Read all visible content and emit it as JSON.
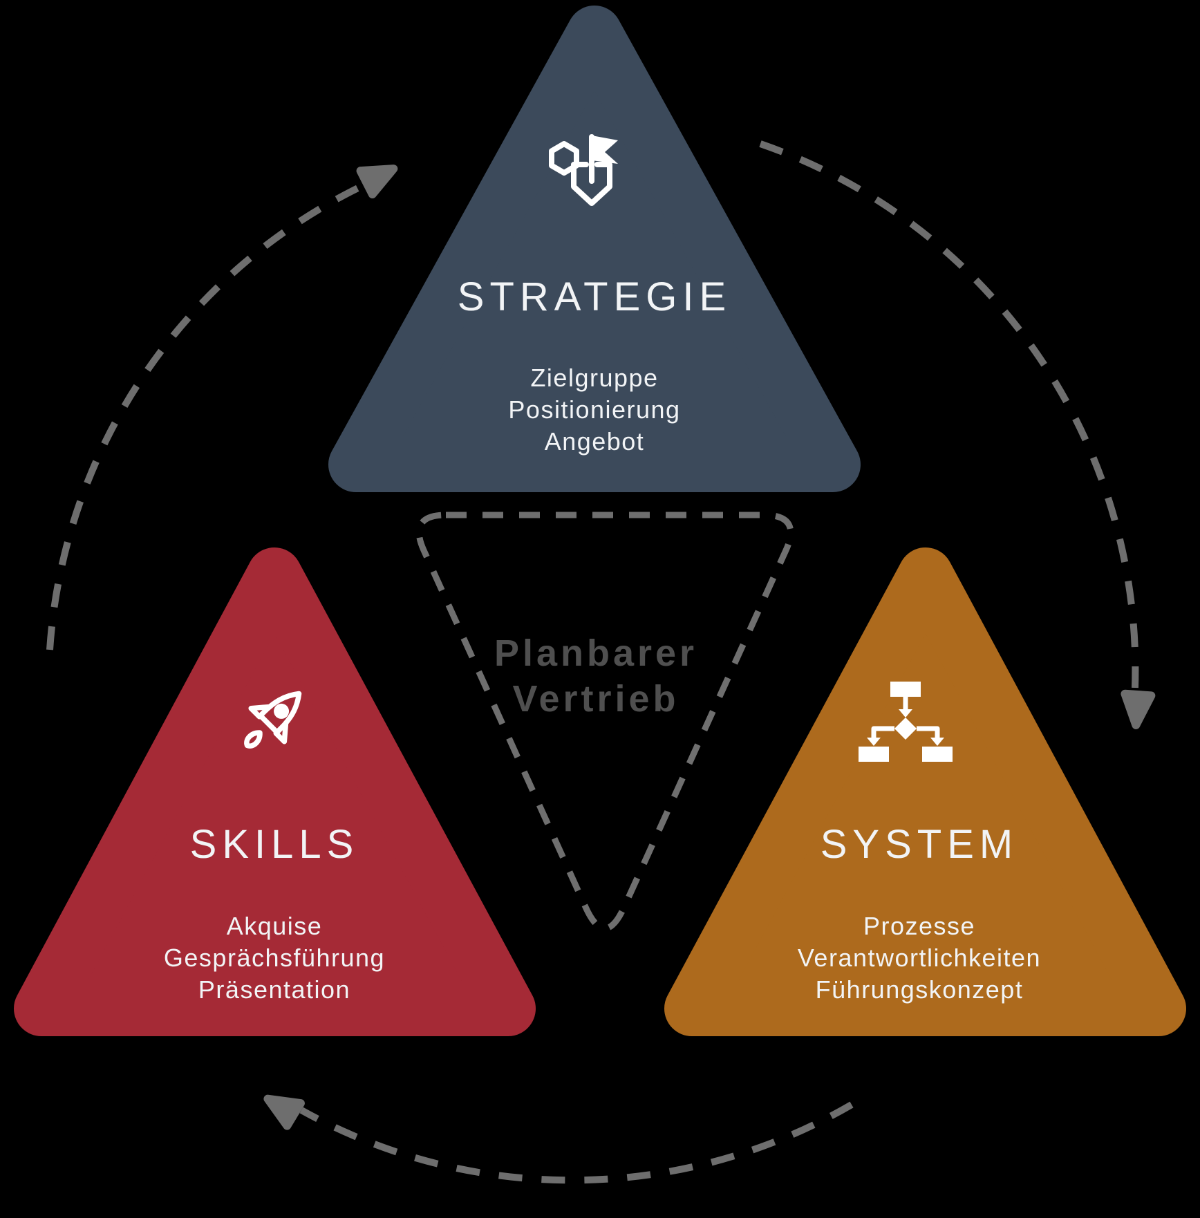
{
  "background_color": "#000000",
  "center": {
    "label_line1": "Planbarer",
    "label_line2": "Vertrieb",
    "text_color": "#4f4f4f",
    "dashed_outline_color": "#6f6f6f"
  },
  "triangles": [
    {
      "id": "strategie",
      "title": "STRATEGIE",
      "color": "#3c4a5b",
      "icon": "goal-flag-icon",
      "items": [
        "Zielgruppe",
        "Positionierung",
        "Angebot"
      ]
    },
    {
      "id": "skills",
      "title": "SKILLS",
      "color": "#a52a36",
      "icon": "rocket-icon",
      "items": [
        "Akquise",
        "Gesprächsführung",
        "Präsentation"
      ]
    },
    {
      "id": "system",
      "title": "SYSTEM",
      "color": "#ad6a1d",
      "icon": "flowchart-icon",
      "items": [
        "Prozesse",
        "Verantwortlichkeiten",
        "Führungskonzept"
      ]
    }
  ],
  "cycle_arrows": {
    "color": "#6e6e6e",
    "count": 3,
    "style": "dashed",
    "direction": "clockwise"
  }
}
